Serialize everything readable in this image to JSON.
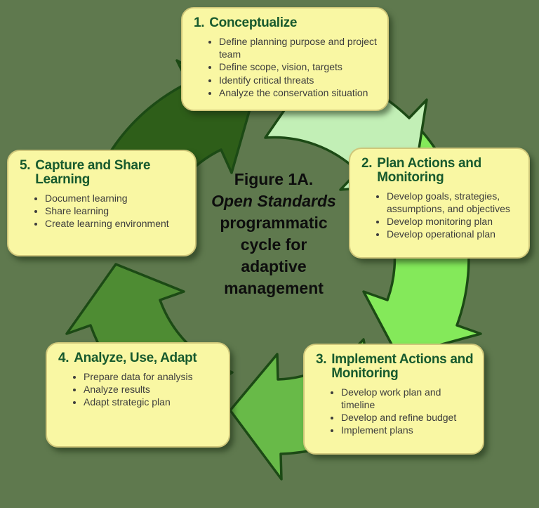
{
  "caption": {
    "lines": [
      "Figure 1A.",
      "Open Standards",
      "programmatic",
      "cycle for",
      "adaptive",
      "management"
    ]
  },
  "steps": [
    {
      "number": "1.",
      "title": "Conceptualize",
      "bullets": [
        "Define planning purpose and project team",
        "Define scope, vision, targets",
        "Identify critical threats",
        "Analyze the conservation situation"
      ]
    },
    {
      "number": "2.",
      "title": "Plan Actions and Monitoring",
      "bullets": [
        "Develop goals, strategies, assumptions, and objectives",
        "Develop monitoring plan",
        "Develop operational plan"
      ]
    },
    {
      "number": "3.",
      "title": "Implement Actions and Monitoring",
      "bullets": [
        "Develop work plan and timeline",
        "Develop and refine budget",
        "Implement plans"
      ]
    },
    {
      "number": "4.",
      "title": "Analyze, Use, Adapt",
      "bullets": [
        "Prepare data for analysis",
        "Analyze results",
        "Adapt strategic plan"
      ]
    },
    {
      "number": "5.",
      "title": "Capture and Share Learning",
      "bullets": [
        "Document learning",
        "Share learning",
        "Create learning environment"
      ]
    }
  ],
  "colors": {
    "background": "#5f794e",
    "box_fill": "#f9f7a3",
    "box_border": "#cfc77a",
    "heading_text": "#175a2e",
    "bullet_text": "#3d3d3d",
    "caption_text": "#0d0d0d",
    "arrow_outline": "#1c4a15",
    "arrow_step5_to_1": "#2e5e19",
    "arrow_step1_to_2": "#c2efb6",
    "arrow_step2_to_3": "#84e95a",
    "arrow_step3_to_4": "#68ba48",
    "arrow_step4_to_5": "#4e8c33"
  }
}
